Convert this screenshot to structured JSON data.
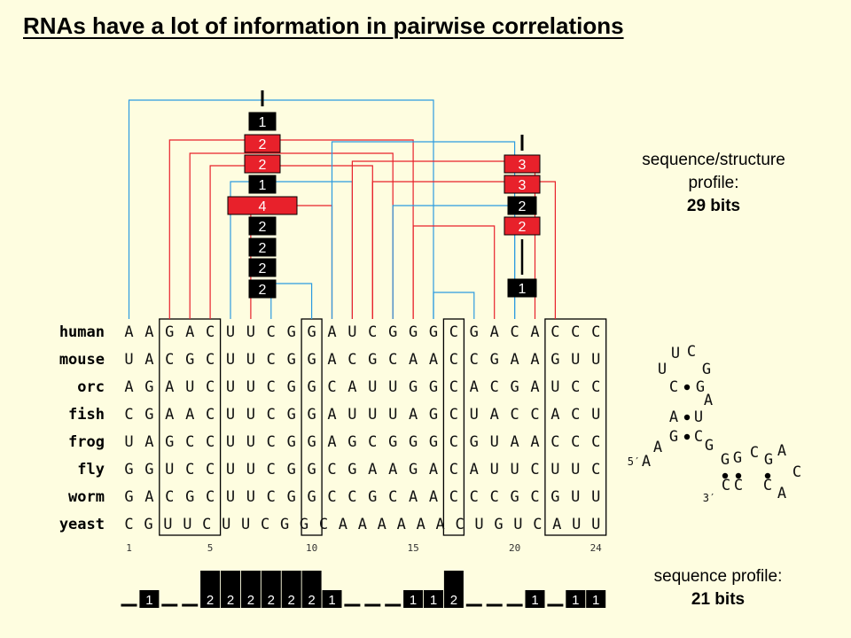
{
  "title": "RNAs have a lot of information in pairwise correlations",
  "species": [
    {
      "name": "human",
      "seq": "AAGACUUCGGAUCGGGCGACACCC"
    },
    {
      "name": "mouse",
      "seq": "UACGCUUCGGACGCAACCGAAGUU"
    },
    {
      "name": "orc",
      "seq": "AGAUCUUCGGCAUUGGCACGAUCC"
    },
    {
      "name": "fish",
      "seq": "CGAACUUCGGAUUUAGCUACCACU"
    },
    {
      "name": "frog",
      "seq": "UAGCCUUCGGAGCGGGCGUAACCC"
    },
    {
      "name": "fly",
      "seq": "GGUCCUUCGGCGAAGACAUUCUUC"
    },
    {
      "name": "worm",
      "seq": "GACGCUUCGGCCGCAACCCGCGUU"
    },
    {
      "name": "yeast",
      "seq": "CGUUCUUCGGCAAAAAACUGUCAUU"
    }
  ],
  "position_ticks": [
    {
      "pos": 1,
      "label": "1"
    },
    {
      "pos": 5,
      "label": "5"
    },
    {
      "pos": 10,
      "label": "10"
    },
    {
      "pos": 15,
      "label": "15"
    },
    {
      "pos": 20,
      "label": "20"
    },
    {
      "pos": 24,
      "label": "24"
    }
  ],
  "single_profile": [
    "",
    "1",
    "",
    "",
    "2",
    "2",
    "2",
    "2",
    "2",
    "2",
    "1",
    "",
    "",
    "",
    "1",
    "1",
    "2",
    "",
    "",
    "",
    "1",
    "",
    "1",
    "1"
  ],
  "stem1_boxes": [
    {
      "label": "1",
      "color": "black"
    },
    {
      "label": "2",
      "color": "red"
    },
    {
      "label": "2",
      "color": "red"
    },
    {
      "label": "1",
      "color": "black"
    },
    {
      "label": "4",
      "color": "red"
    },
    {
      "label": "2",
      "color": "black"
    },
    {
      "label": "2",
      "color": "black"
    },
    {
      "label": "2",
      "color": "black"
    },
    {
      "label": "2",
      "color": "black"
    }
  ],
  "stem2_boxes": [
    {
      "label": "3",
      "color": "red"
    },
    {
      "label": "3",
      "color": "red"
    },
    {
      "label": "2",
      "color": "black"
    },
    {
      "label": "2",
      "color": "red"
    },
    {
      "label": "1",
      "color": "black"
    }
  ],
  "structure_profile": {
    "line1": "sequence/structure",
    "line2": "profile:",
    "bits": "29 bits"
  },
  "sequence_profile": {
    "line1": "sequence profile:",
    "bits": "21 bits"
  },
  "colors": {
    "background": "#fefde0",
    "red": "#e8212b",
    "blue": "#2c9be0",
    "black": "#000000"
  },
  "rna_structure": {
    "letters": [
      "U",
      "C",
      "U",
      "G",
      "C",
      "G",
      "A",
      "A",
      "U",
      "G",
      "C",
      "A",
      "G",
      "A",
      "G",
      "G",
      "C",
      "G",
      "A",
      "C",
      "C",
      "C",
      "C",
      "A"
    ],
    "primes": [
      "5′",
      "3′"
    ]
  }
}
